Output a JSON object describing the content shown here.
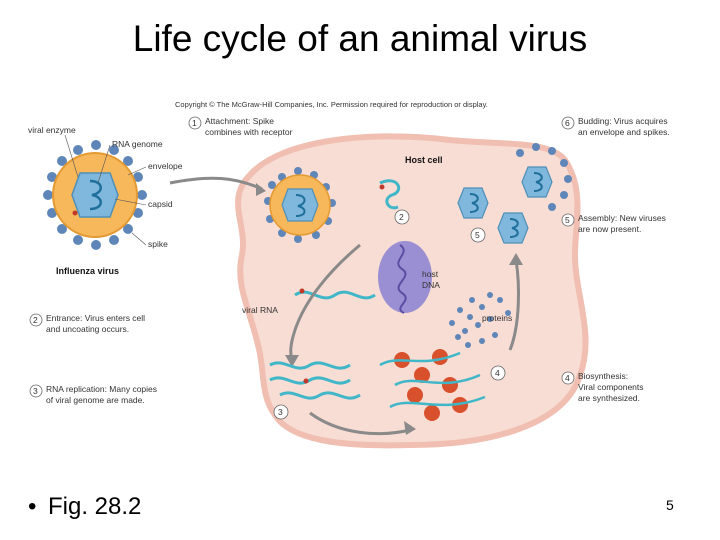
{
  "title": "Life cycle of an animal virus",
  "bullet": "Fig. 28.2",
  "bullet_marker": "•",
  "page_number": "5",
  "figure": {
    "copyright": "Copyright © The McGraw-Hill Companies, Inc. Permission required for reproduction or display.",
    "host_cell_label": "Host cell",
    "virus_labels": {
      "viral_enzyme": "viral enzyme",
      "rna_genome": "RNA genome",
      "envelope": "envelope",
      "capsid": "capsid",
      "spike": "spike",
      "influenza_virus": "Influenza virus"
    },
    "inner_labels": {
      "host_dna_line1": "host",
      "host_dna_line2": "DNA",
      "viral_rna": "viral RNA",
      "proteins": "proteins"
    },
    "steps": [
      {
        "num": "1",
        "line1": "Attachment: Spike",
        "line2": "combines with receptor"
      },
      {
        "num": "2",
        "line1": "Entrance: Virus enters cell",
        "line2": "and uncoating occurs."
      },
      {
        "num": "3",
        "line1": "RNA replication: Many copies",
        "line2": "of viral genome are made."
      },
      {
        "num": "4",
        "line1": "Biosynthesis:",
        "line2": "Viral components",
        "line3": "are synthesized."
      },
      {
        "num": "5",
        "line1": "Assembly: New viruses",
        "line2": "are now present."
      },
      {
        "num": "6",
        "line1": "Budding: Virus acquires",
        "line2": "an envelope and spikes."
      }
    ],
    "inline_numbers": [
      "2",
      "3",
      "4",
      "5"
    ],
    "colors": {
      "cell_fill": "#f8ddd4",
      "cell_border": "#f0bfb1",
      "envelope": "#f6b85a",
      "spike": "#5f86b8",
      "capsid": "#7fb8dc",
      "rna": "#3fb7c9",
      "nucleus": "#9b8fd3",
      "ribosome": "#d9512c",
      "arrow": "#8a8a8a"
    }
  }
}
